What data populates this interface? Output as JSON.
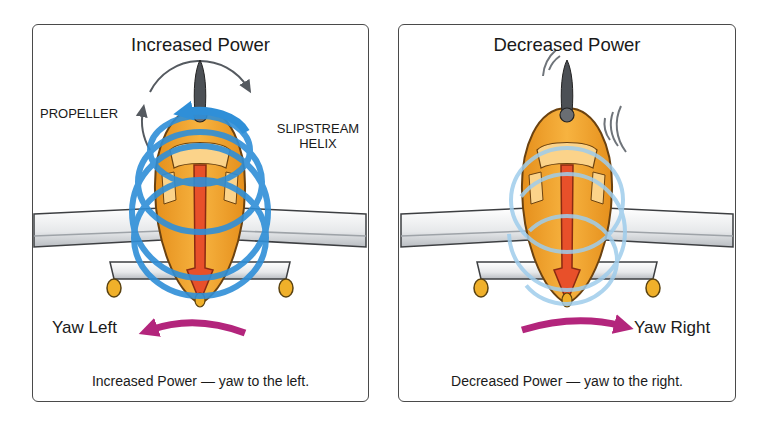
{
  "diagram": {
    "nodes": [
      {
        "text": [
          "Increased Power",
          "Increased Power — yaw to the left."
        ]
      },
      {
        "text": [
          "Decreased Power",
          "Decreased Power — yaw to the right."
        ]
      }
    ],
    "labels": [
      "PROPELLER",
      "SLIPSTREAM HELIX",
      "Yaw Left",
      "Yaw Right"
    ]
  }
}
